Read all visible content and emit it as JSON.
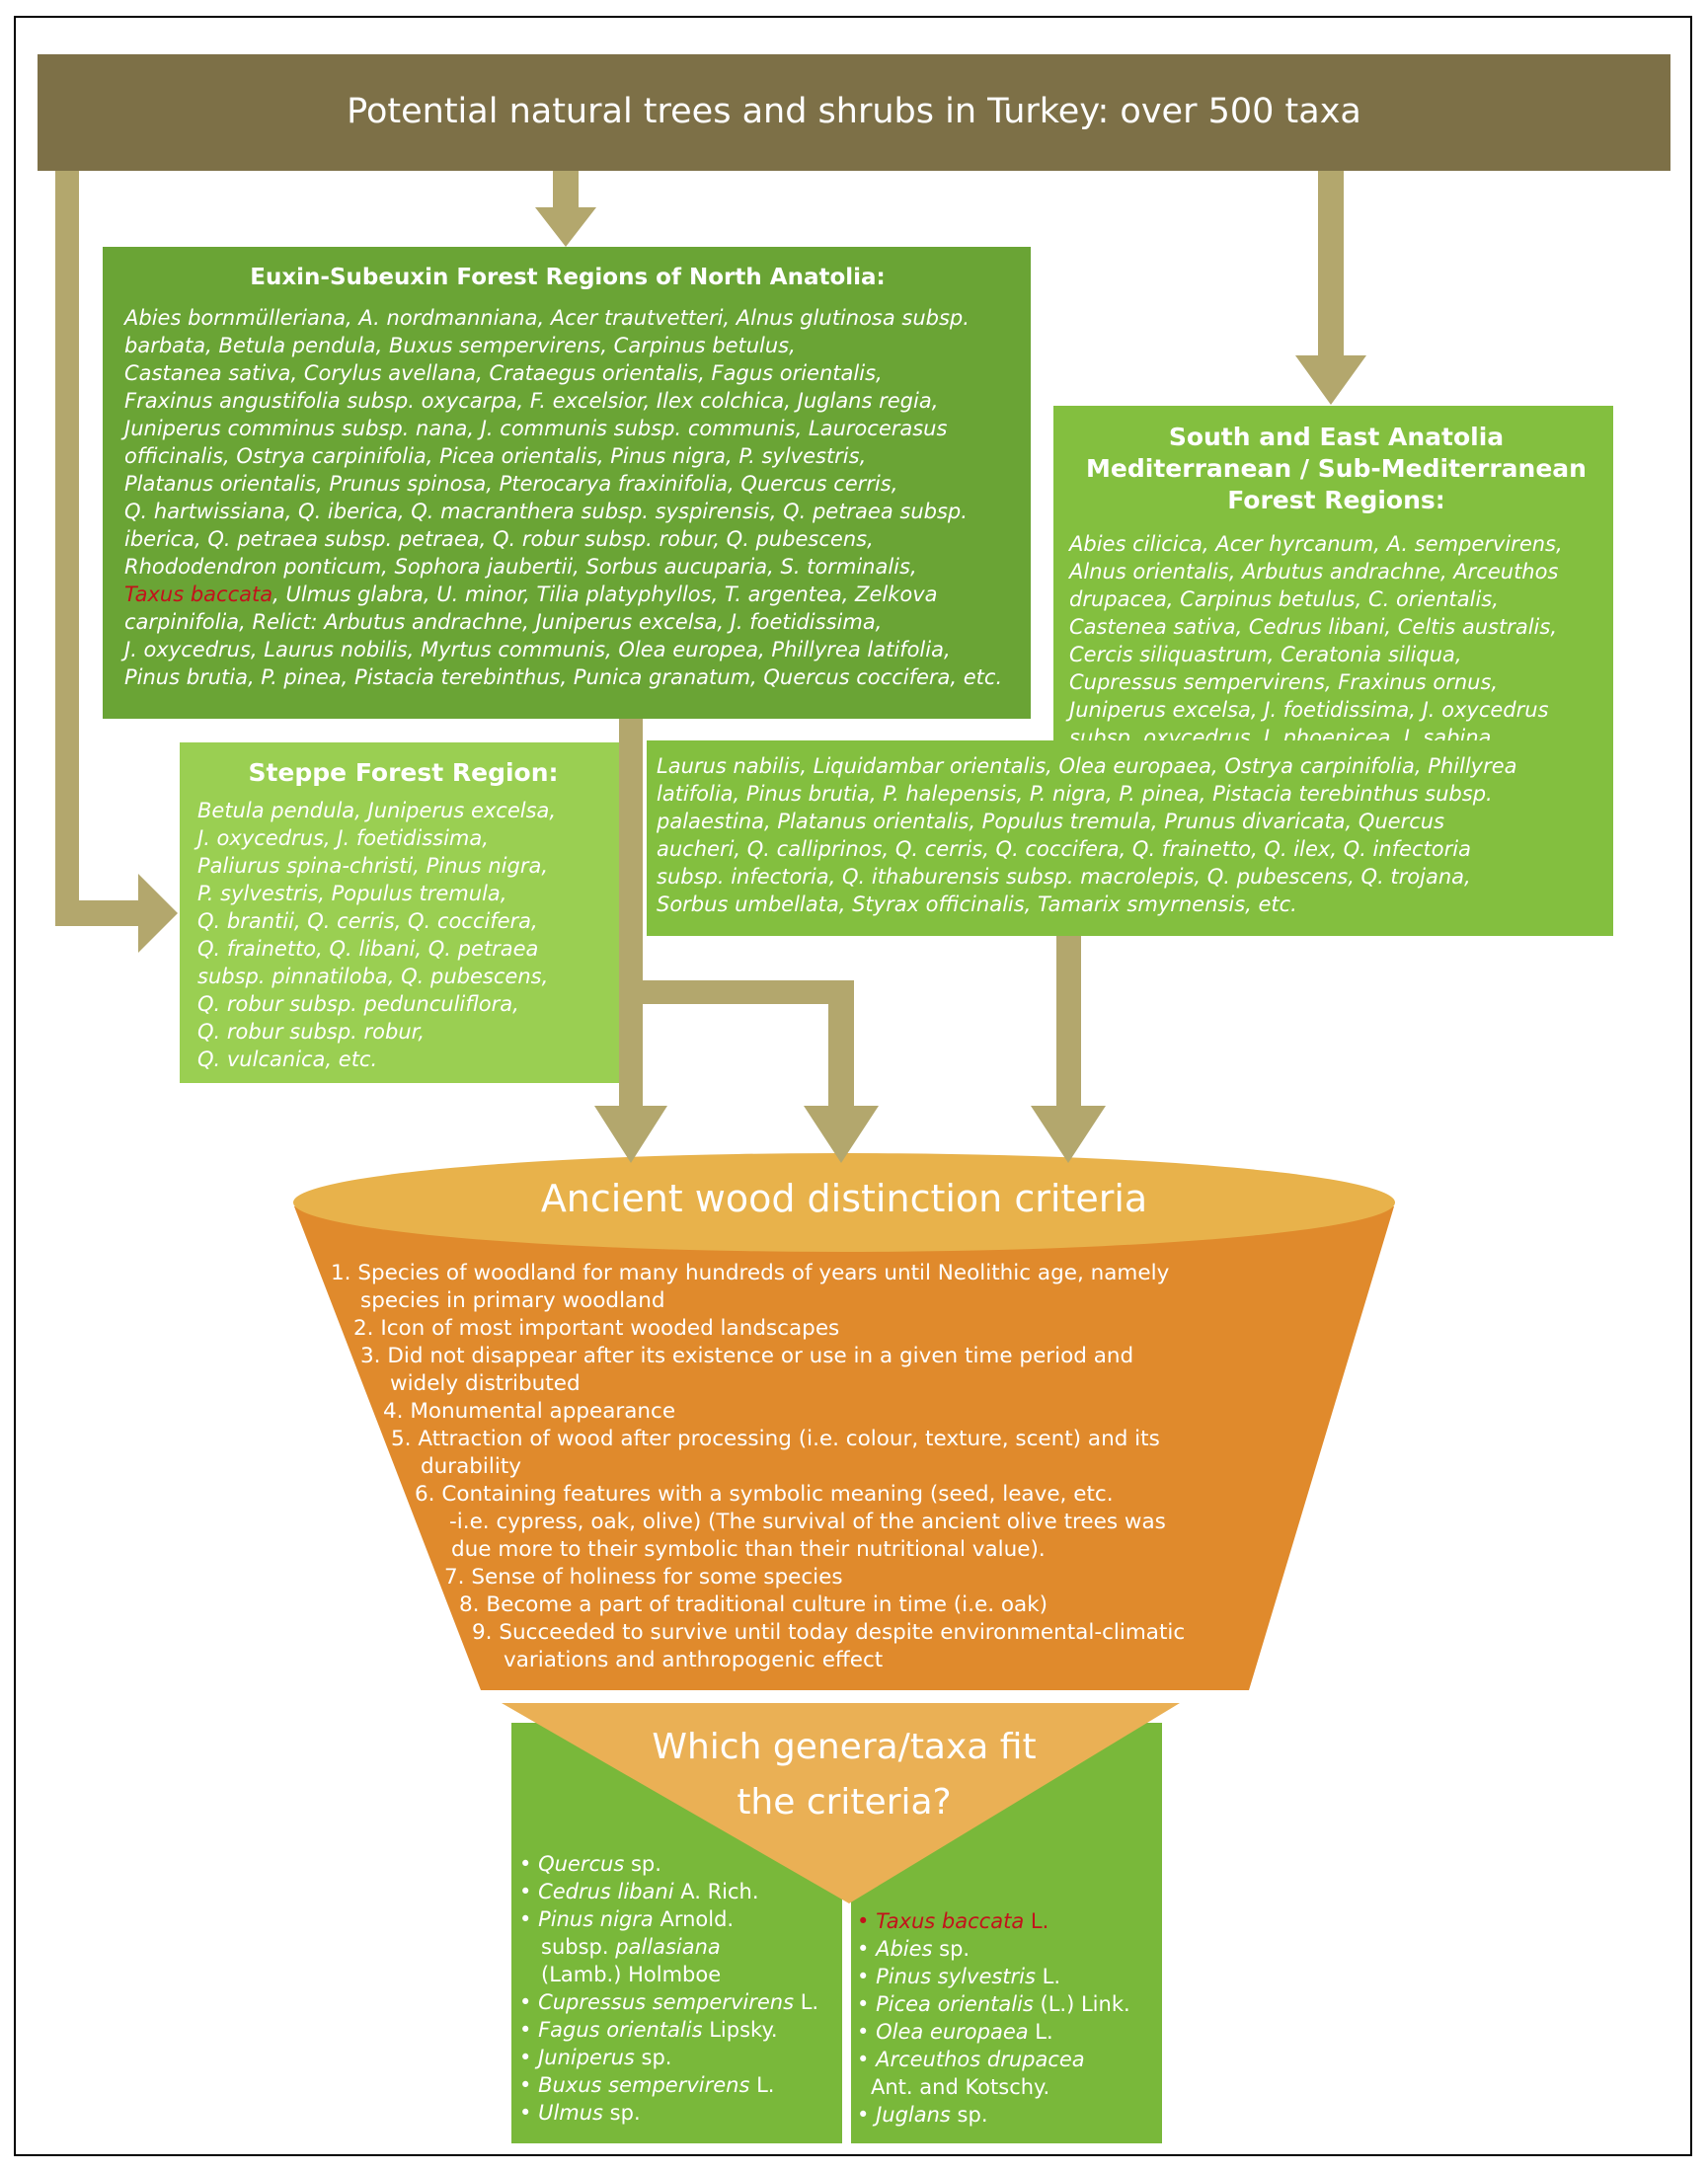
{
  "header": {
    "title": "Potential natural trees and shrubs in Turkey: over 500 taxa"
  },
  "euxin": {
    "heading": "Euxin-Subeuxin Forest Regions of North Anatolia:",
    "lines": [
      "Abies bornmülleriana, A. nordmanniana, Acer trautvetteri, Alnus glutinosa subsp.",
      "barbata, Betula pendula, Buxus sempervirens, Carpinus betulus,",
      "Castanea sativa, Corylus avellana, Crataegus orientalis, Fagus orientalis,",
      "Fraxinus angustifolia subsp. oxycarpa, F. excelsior, Ilex colchica, Juglans regia,",
      "Juniperus comminus subsp. nana, J. communis subsp. communis, Laurocerasus",
      "officinalis, Ostrya carpinifolia, Picea orientalis, Pinus nigra, P. sylvestris,",
      "Platanus orientalis, Prunus spinosa, Pterocarya fraxinifolia, Quercus cerris,",
      "Q. hartwissiana, Q. iberica, Q. macranthera subsp. syspirensis, Q.  petraea subsp.",
      "iberica, Q. petraea subsp. petraea, Q. robur subsp. robur, Q. pubescens,",
      "Rhododendron ponticum, Sophora jaubertii, Sorbus aucuparia, S. torminalis,",
      "",
      "carpinifolia, Relict: Arbutus andrachne, Juniperus excelsa, J. foetidissima,",
      "J. oxycedrus, Laurus nobilis, Myrtus communis, Olea europea, Phillyrea latifolia,",
      "Pinus brutia, P.  pinea, Pistacia terebinthus, Punica granatum, Quercus coccifera, etc."
    ],
    "taxus_red": "Taxus baccata",
    "taxus_rest": ", Ulmus glabra, U. minor, Tilia platyphyllos, T. argentea, Zelkova"
  },
  "south": {
    "heading": [
      "South and East Anatolia",
      "Mediterranean / Sub-Mediterranean",
      "Forest Regions:"
    ],
    "top_lines": [
      "Abies cilicica, Acer hyrcanum, A. sempervirens,",
      "Alnus orientalis, Arbutus andrachne, Arceuthos",
      "drupacea, Carpinus betulus, C. orientalis,",
      "Castenea sativa, Cedrus libani, Celtis australis,",
      "Cercis siliquastrum, Ceratonia siliqua,",
      "Cupressus sempervirens, Fraxinus ornus,",
      "Juniperus excelsa, J. foetidissima, J. oxycedrus",
      "subsp. oxycedrus, J. phoenicea, J. sabina,"
    ],
    "bottom_lines": [
      "Laurus nabilis, Liquidambar orientalis, Olea europaea, Ostrya carpinifolia, Phillyrea",
      "latifolia, Pinus brutia, P.  halepensis, P. nigra, P. pinea, Pistacia terebinthus subsp.",
      "palaestina, Platanus orientalis, Populus tremula, Prunus divaricata, Quercus",
      "aucheri, Q. calliprinos, Q. cerris, Q. coccifera, Q. frainetto, Q. ilex, Q. infectoria",
      "subsp. infectoria, Q. ithaburensis subsp. macrolepis, Q. pubescens, Q. trojana,",
      "Sorbus umbellata, Styrax officinalis, Tamarix smyrnensis, etc."
    ]
  },
  "steppe": {
    "heading": "Steppe Forest Region:",
    "lines": [
      "Betula pendula, Juniperus excelsa,",
      "J. oxycedrus, J. foetidissima,",
      "Paliurus spina-christi, Pinus nigra,",
      "P. sylvestris, Populus tremula,",
      "Q. brantii, Q. cerris, Q. coccifera,",
      "Q. frainetto, Q. libani, Q. petraea",
      "subsp. pinnatiloba, Q. pubescens,",
      "Q. robur subsp. pedunculiflora,",
      "Q. robur subsp. robur,",
      "Q. vulcanica, etc."
    ]
  },
  "criteria": {
    "title": "Ancient wood distinction criteria",
    "lines": [
      "1. Species of woodland for many hundreds of years until Neolithic age, namely",
      "species in primary woodland",
      "2. Icon of most important wooded landscapes",
      "3. Did not disappear after its existence or use in a given time period and",
      "widely distributed",
      "4. Monumental appearance",
      "5. Attraction of wood after processing (i.e. colour, texture, scent) and its",
      "durability",
      "6. Containing features with a symbolic meaning (seed, leave, etc.",
      "-i.e. cypress, oak, olive) (The survival of the ancient olive trees was",
      "due more to their symbolic than their nutritional value).",
      "7. Sense of holiness for some species",
      "8. Become a part of traditional culture in time (i.e. oak)",
      "9. Succeeded to survive until today despite environmental-climatic",
      "variations and anthropogenic effect"
    ]
  },
  "question": {
    "line1": "Which genera/taxa fit",
    "line2": "the criteria?"
  },
  "left_list": [
    {
      "bullet": "•",
      "it": "Quercus",
      "rest": " sp."
    },
    {
      "bullet": "•",
      "it": "Cedrus libani",
      "rest": " A. Rich."
    },
    {
      "bullet": "•",
      "it": "Pinus nigra",
      "rest": " Arnold."
    },
    {
      "bullet": "",
      "it": "",
      "rest": "subsp. "
    },
    {
      "bullet": "",
      "it": "",
      "rest": "(Lamb.) Holmboe"
    },
    {
      "bullet": "•",
      "it": "Cupressus sempervirens",
      "rest": " L."
    },
    {
      "bullet": "•",
      "it": "Fagus orientalis",
      "rest": " Lipsky."
    },
    {
      "bullet": "•",
      "it": "Juniperus",
      "rest": " sp."
    },
    {
      "bullet": "•",
      "it": "Buxus sempervirens",
      "rest": " L."
    },
    {
      "bullet": "•",
      "it": "Ulmus",
      "rest": " sp."
    }
  ],
  "left_list_pallasiana": "pallasiana",
  "right_list": [
    {
      "bullet": "•",
      "it": "Taxus baccata",
      "rest": " L."
    },
    {
      "bullet": "•",
      "it": "Abies",
      "rest": " sp."
    },
    {
      "bullet": "•",
      "it": "Pinus sylvestris",
      "rest": " L."
    },
    {
      "bullet": "•",
      "it": "Picea orientalis",
      "rest": " (L.) Link."
    },
    {
      "bullet": "•",
      "it": "Olea europaea",
      "rest": " L."
    },
    {
      "bullet": "•",
      "it": "Arceuthos drupacea",
      "rest": ""
    },
    {
      "bullet": "",
      "it": "",
      "rest": "Ant. and Kotschy."
    },
    {
      "bullet": "•",
      "it": "Juglans",
      "rest": " sp."
    }
  ],
  "colors": {
    "header": "#7d7047",
    "arrow": "#b3a76d",
    "euxin": "#6aa435",
    "south": "#83bf3f",
    "steppe": "#9acf52",
    "funnel_top": "#e8b24b",
    "funnel_body": "#e08a2c",
    "funnel_bottom": "#eab055",
    "taxa_box": "#79b83a",
    "highlight": "#c3121b"
  }
}
